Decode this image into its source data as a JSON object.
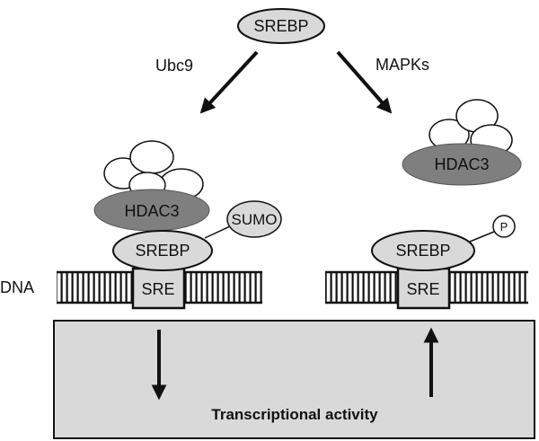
{
  "diagram": {
    "top_node": "SREBP",
    "left_arrow_label": "Ubc9",
    "right_arrow_label": "MAPKs",
    "dna_label": "DNA",
    "left_complex": {
      "hdac": "HDAC3",
      "srebp": "SREBP",
      "modifier": "SUMO",
      "sre": "SRE"
    },
    "right_complex": {
      "hdac": "HDAC3",
      "srebp": "SREBP",
      "modifier": "P",
      "sre": "SRE"
    },
    "box_label": "Transcriptional activity",
    "effects": {
      "left": "down",
      "right": "up"
    }
  },
  "colors": {
    "srebp_fill": "#d9d9d9",
    "hdac_fill": "#7f7f7f",
    "box_fill": "#d9d9d9",
    "stroke": "#111111",
    "background": "#ffffff"
  }
}
